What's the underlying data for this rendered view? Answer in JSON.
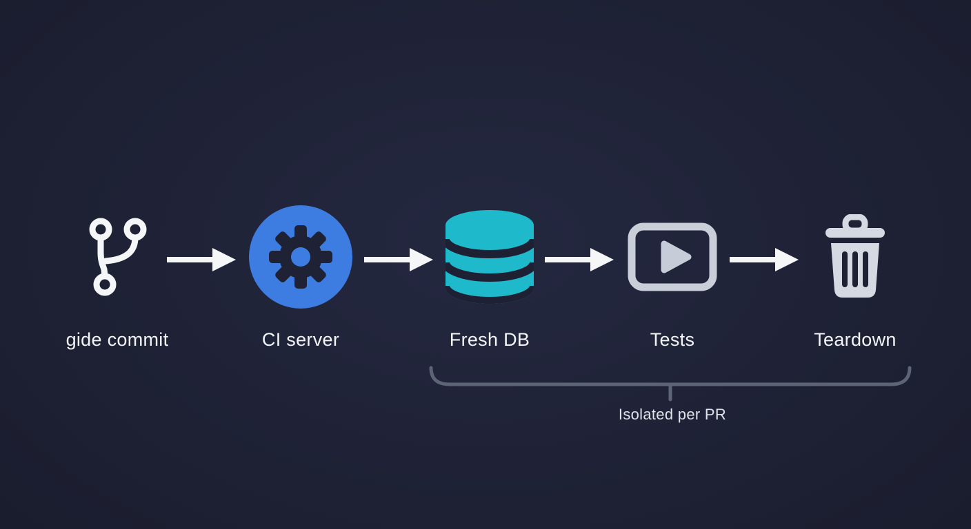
{
  "diagram": {
    "type": "pipeline-flow",
    "background_color": "#1e2134",
    "arrow_color": "#f5f6f8",
    "label_color": "#f3f4f7",
    "nodes": [
      {
        "id": "code-commit",
        "label": "gide commit",
        "icon": "git-branch-icon",
        "icon_color": "#f5f6f8"
      },
      {
        "id": "ci-server",
        "label": "CI server",
        "icon": "gear-icon",
        "icon_color": "#1e2234",
        "badge_color": "#3d7de2"
      },
      {
        "id": "fresh-db",
        "label": "Fresh DB",
        "icon": "database-icon",
        "icon_color": "#1fb9cc"
      },
      {
        "id": "tests",
        "label": "Tests",
        "icon": "play-icon",
        "icon_color": "#c9ced9"
      },
      {
        "id": "teardown",
        "label": "Teardown",
        "icon": "trash-icon",
        "icon_color": "#d5d9e2"
      }
    ],
    "arrows": {
      "count": 4,
      "color": "#f5f6f8"
    },
    "annotation": {
      "label": "Isolated per PR",
      "brace_color": "#5d6476"
    }
  }
}
